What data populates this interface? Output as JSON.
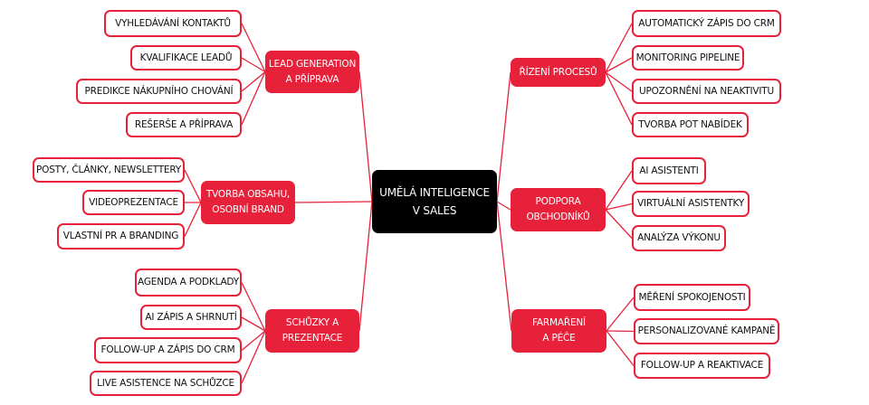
{
  "colors": {
    "accent": "#e8213a",
    "root": "#000000"
  },
  "root": {
    "label": "UMĚLÁ INTELIGENCE\nV SALES"
  },
  "branches": [
    {
      "label": "LEAD GENERATION\nA PŘÍPRAVA",
      "children": [
        "VYHLEDÁVÁNÍ KONTAKTŮ",
        "KVALIFIKACE LEADŮ",
        "PREDIKCE NÁKUPNÍHO CHOVÁNÍ",
        "REŠERŠE A PŘÍPRAVA"
      ]
    },
    {
      "label": "TVORBA OBSAHU,\nOSOBNÍ BRAND",
      "children": [
        "POSTY, ČLÁNKY, NEWSLETTERY",
        "VIDEOPREZENTACE",
        "VLASTNÍ PR A BRANDING"
      ]
    },
    {
      "label": "SCHŮZKY A\nPREZENTACE",
      "children": [
        "AGENDA A PODKLADY",
        "AI ZÁPIS A SHRNUTÍ",
        "FOLLOW-UP A ZÁPIS DO CRM",
        "LIVE ASISTENCE NA SCHŮZCE"
      ]
    },
    {
      "label": "ŘÍZENÍ PROCESŮ",
      "children": [
        "AUTOMATICKÝ ZÁPIS DO CRM",
        "MONITORING PIPELINE",
        "UPOZORNĚNÍ NA NEAKTIVITU",
        "TVORBA POT NABÍDEK"
      ]
    },
    {
      "label": "PODPORA\nOBCHODNÍKŮ",
      "children": [
        "AI ASISTENTI",
        "VIRTUÁLNÍ ASISTENTKY",
        "ANALÝZA VÝKONU"
      ]
    },
    {
      "label": "FARMAŘENÍ\nA PÉČE",
      "children": [
        "MĚŘENÍ SPOKOJENOSTI",
        "PERSONALIZOVANÉ KAMPANĚ",
        "FOLLOW-UP A REAKTIVACE"
      ]
    }
  ]
}
